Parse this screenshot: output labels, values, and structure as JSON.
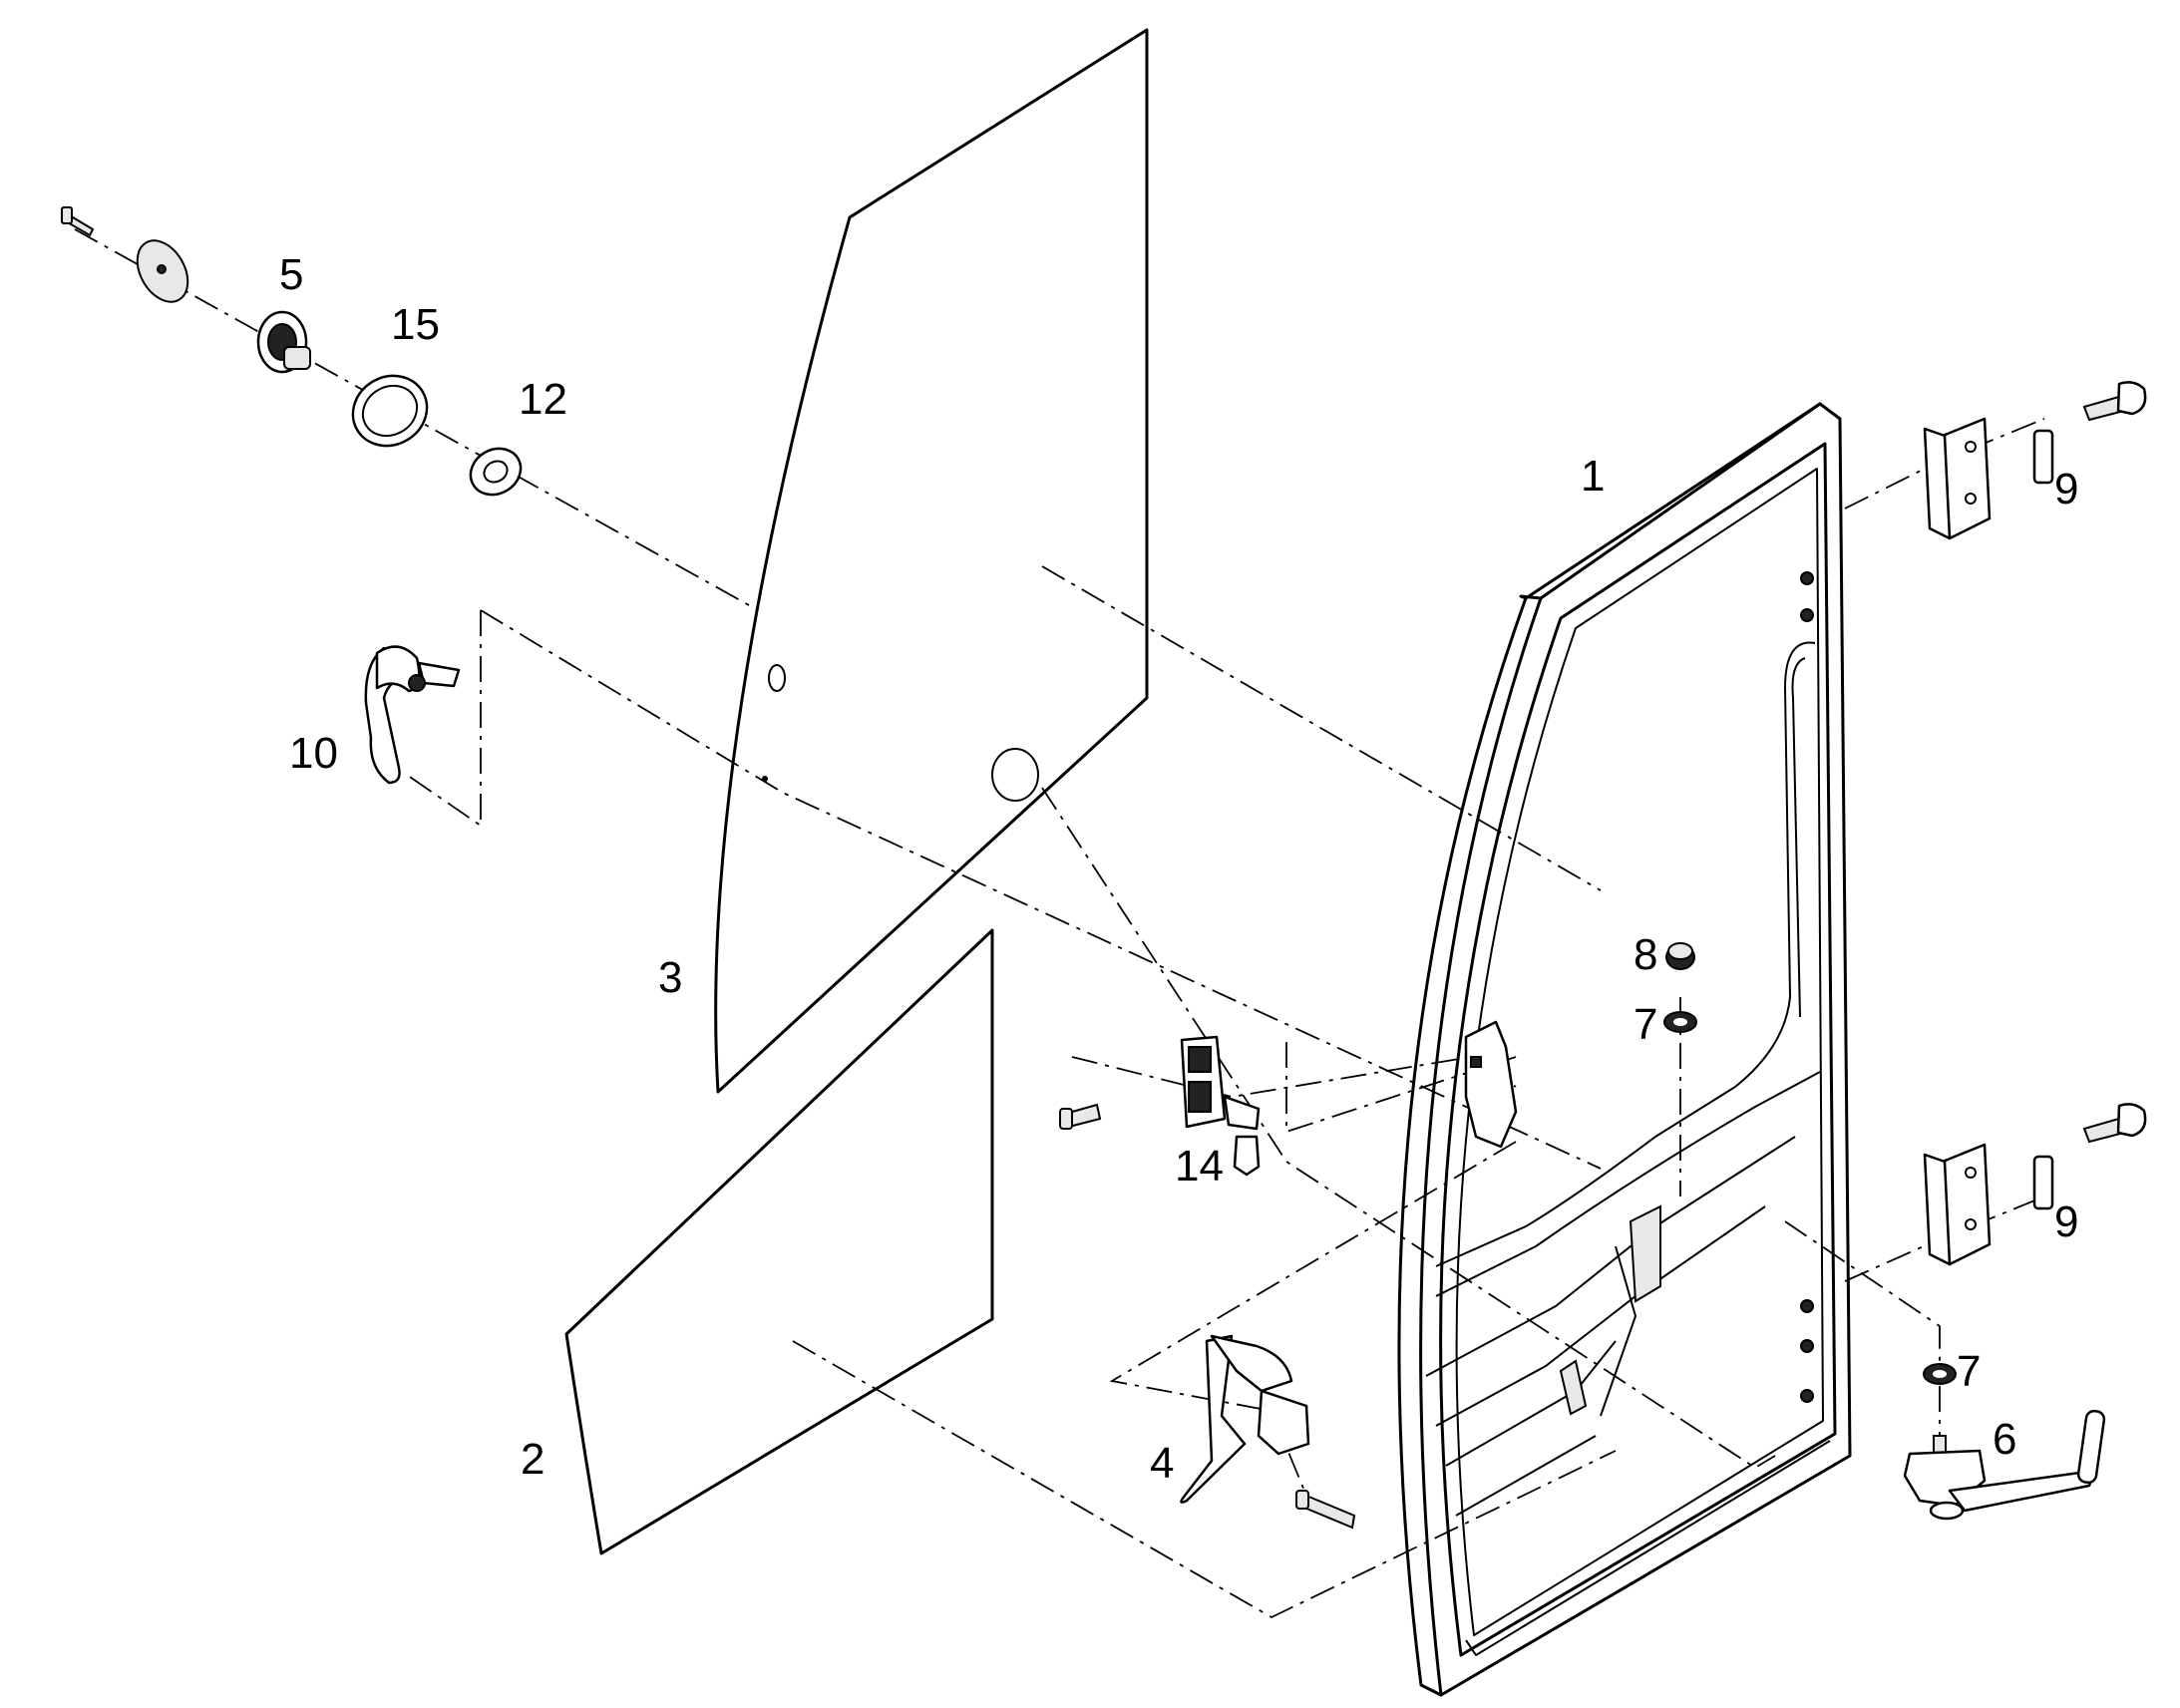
{
  "callouts": [
    {
      "key": "c1",
      "text": "1"
    },
    {
      "key": "c2",
      "text": "2"
    },
    {
      "key": "c3",
      "text": "3"
    },
    {
      "key": "c4",
      "text": "4"
    },
    {
      "key": "c5",
      "text": "5"
    },
    {
      "key": "c6",
      "text": "6"
    },
    {
      "key": "c7a",
      "text": "7"
    },
    {
      "key": "c7b",
      "text": "7"
    },
    {
      "key": "c8",
      "text": "8"
    },
    {
      "key": "c9a",
      "text": "9"
    },
    {
      "key": "c9b",
      "text": "9"
    },
    {
      "key": "c10",
      "text": "10"
    },
    {
      "key": "c12",
      "text": "12"
    },
    {
      "key": "c14",
      "text": "14"
    },
    {
      "key": "c15",
      "text": "15"
    }
  ]
}
